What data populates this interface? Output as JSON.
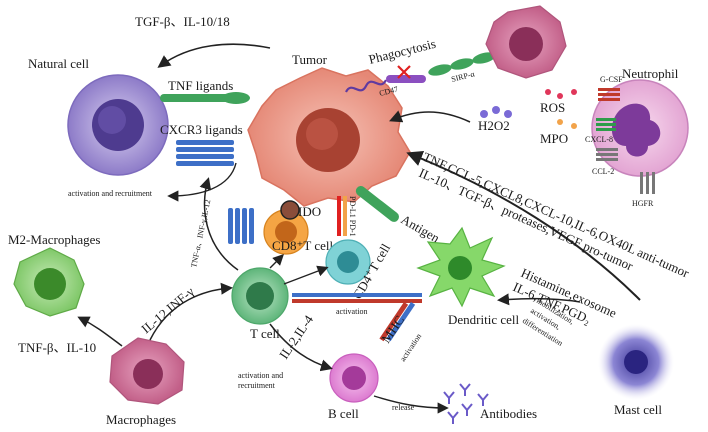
{
  "labels": {
    "tgf_il10_18": "TGF-β、IL-10/18",
    "natural_cell": "Natural cell",
    "tumor": "Tumor",
    "phagocytosis": "Phagocytosis",
    "cd47": "CD47",
    "sirp": "SIRP-α",
    "neutrophil": "Neutrophil",
    "gcsf": "G-CSF",
    "ros": "ROS",
    "mpo": "MPO",
    "h2o2": "H2O2",
    "cxcl8": "CXCL-8",
    "ccl2": "CCL-2",
    "hgfr": "HGFR",
    "tnf_ligands": "TNF ligands",
    "cxcr3_ligands": "CXCR3 ligands",
    "activation_recruitment_nk": "activation and recruitment",
    "neutrophil_factors": "TNF,CCL-5,CXCL8,CXCL-10,IL-6,OX40L anti-tumor",
    "neutrophil_factors2": "IL-10、TGF-β、proteases,VEGF  pro-tumor",
    "ido": "IDO",
    "pdl1_pd1": "PD-L1 PD-1",
    "antigen": "Antigen",
    "cd8_t_cell": "CD8⁺T cell",
    "cd4_t_cell": "CD4⁺T cell",
    "m2_macrophages": "M2-Macrophages",
    "tnf_il12_small": "TNF-α、INF-γ,IL-12",
    "il12_infg": "IL-12,INF-γ",
    "tgf_il10": "TNF-β、IL-10",
    "t_cell": "T cell",
    "activation_dc_t": "activation",
    "histamine": "Histamine,exosome",
    "il6_tnf": "IL-6,TNF,PGD₂",
    "mobilization": "mobilization,",
    "activation_mast": "activation,",
    "differentiation": "differentiation",
    "dendritic_cell": "Dendritic cell",
    "mhc": "MHC",
    "activation_mhc": "activation",
    "il2_il4": "IL-2,IL-4",
    "activation_recruitment_t": "activation and",
    "recruitment": "recruitment",
    "macrophages": "Macrophages",
    "b_cell": "B cell",
    "release": "release",
    "antibodies": "Antibodies",
    "mast_cell": "Mast cell"
  },
  "colors": {
    "nk_cell": "#9b8ad0",
    "tumor": "#ee9a88",
    "neutrophil": "#e9b3d9",
    "m2": "#8fd177",
    "macrophage": "#cc6f93",
    "t_cell": "#6fc08a",
    "cd8": "#f5a544",
    "cd4": "#7fd2d6",
    "dendritic": "#86d86a",
    "b_cell": "#e58fd9",
    "mast": "#6b62c6",
    "receptor_blue": "#3d6fc7",
    "receptor_green": "#3fa35b"
  }
}
